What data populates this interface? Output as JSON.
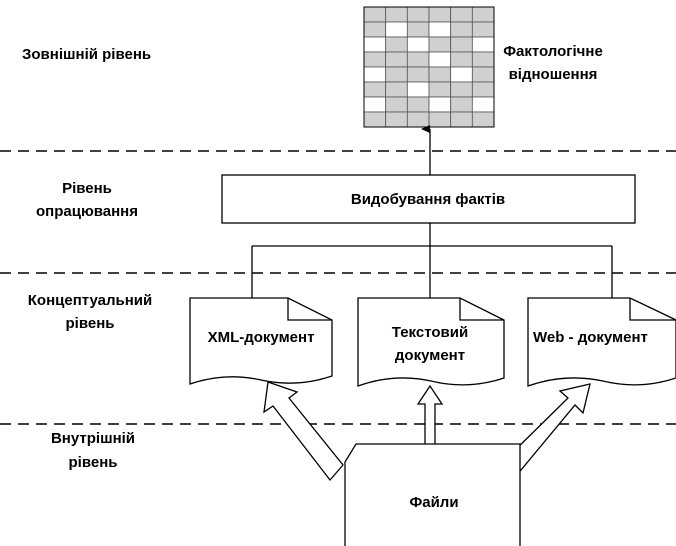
{
  "levels": {
    "external": "Зовнішній рівень",
    "processing_line1": "Рівень",
    "processing_line2": "опрацювання",
    "conceptual_line1": "Концептуальний",
    "conceptual_line2": "рівень",
    "internal_line1": "Внутрішній",
    "internal_line2": "рівень"
  },
  "nodes": {
    "fact_relations_line1": "Фактологічне",
    "fact_relations_line2": "відношення",
    "fact_extraction": "Видобування фактів",
    "xml_doc": "XML-документ",
    "text_doc_line1": "Текстовий",
    "text_doc_line2": "документ",
    "web_doc": "Web - документ",
    "files": "Файли"
  },
  "grid": {
    "rows": 8,
    "cols": 6,
    "colors": {
      "shaded": "#d0d0d0",
      "plain": "#ffffff",
      "border": "#555555"
    },
    "shaded_cells": [
      [
        1,
        1,
        1,
        1,
        1,
        1
      ],
      [
        1,
        0,
        1,
        0,
        1,
        1
      ],
      [
        0,
        1,
        0,
        1,
        1,
        0
      ],
      [
        1,
        1,
        1,
        0,
        1,
        1
      ],
      [
        0,
        1,
        1,
        1,
        0,
        1
      ],
      [
        1,
        1,
        0,
        1,
        1,
        1
      ],
      [
        0,
        1,
        1,
        0,
        1,
        0
      ],
      [
        1,
        1,
        1,
        1,
        1,
        1
      ]
    ]
  }
}
